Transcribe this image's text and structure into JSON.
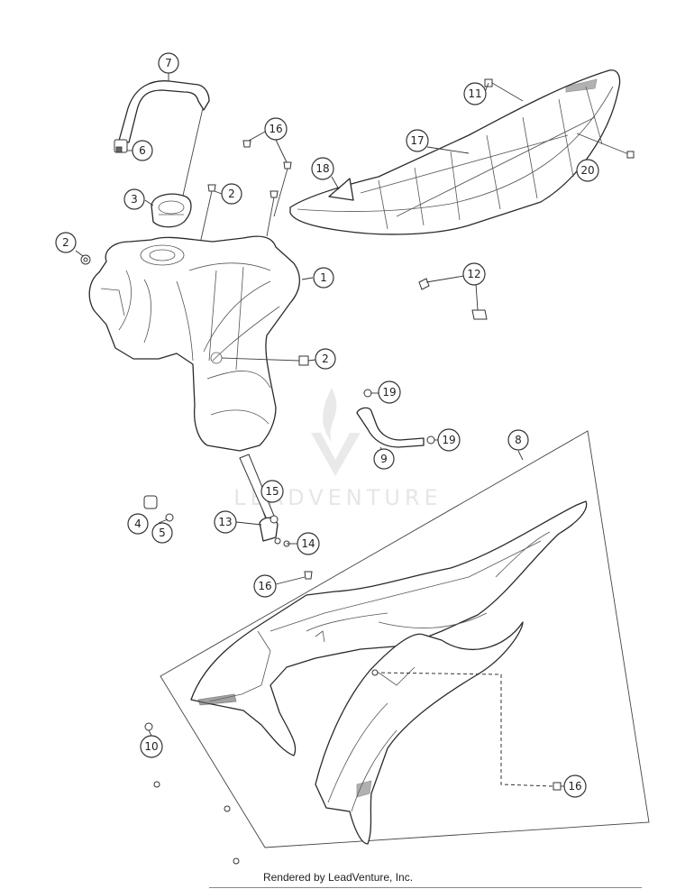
{
  "diagram": {
    "callouts": [
      {
        "id": "c7",
        "label": "7"
      },
      {
        "id": "c6",
        "label": "6"
      },
      {
        "id": "c3",
        "label": "3"
      },
      {
        "id": "c2a",
        "label": "2"
      },
      {
        "id": "c2b",
        "label": "2"
      },
      {
        "id": "c2c",
        "label": "2"
      },
      {
        "id": "c16a",
        "label": "16"
      },
      {
        "id": "c1",
        "label": "1"
      },
      {
        "id": "c11",
        "label": "11"
      },
      {
        "id": "c17",
        "label": "17"
      },
      {
        "id": "c18",
        "label": "18"
      },
      {
        "id": "c20",
        "label": "20"
      },
      {
        "id": "c12",
        "label": "12"
      },
      {
        "id": "c19a",
        "label": "19"
      },
      {
        "id": "c19b",
        "label": "19"
      },
      {
        "id": "c9",
        "label": "9"
      },
      {
        "id": "c8",
        "label": "8"
      },
      {
        "id": "c15",
        "label": "15"
      },
      {
        "id": "c13",
        "label": "13"
      },
      {
        "id": "c14",
        "label": "14"
      },
      {
        "id": "c4",
        "label": "4"
      },
      {
        "id": "c5",
        "label": "5"
      },
      {
        "id": "c16b",
        "label": "16"
      },
      {
        "id": "c10",
        "label": "10"
      },
      {
        "id": "c16c",
        "label": "16"
      }
    ]
  },
  "watermark": {
    "text": "LEADVENTURE"
  },
  "footer": {
    "text": "Rendered by LeadVenture, Inc."
  }
}
